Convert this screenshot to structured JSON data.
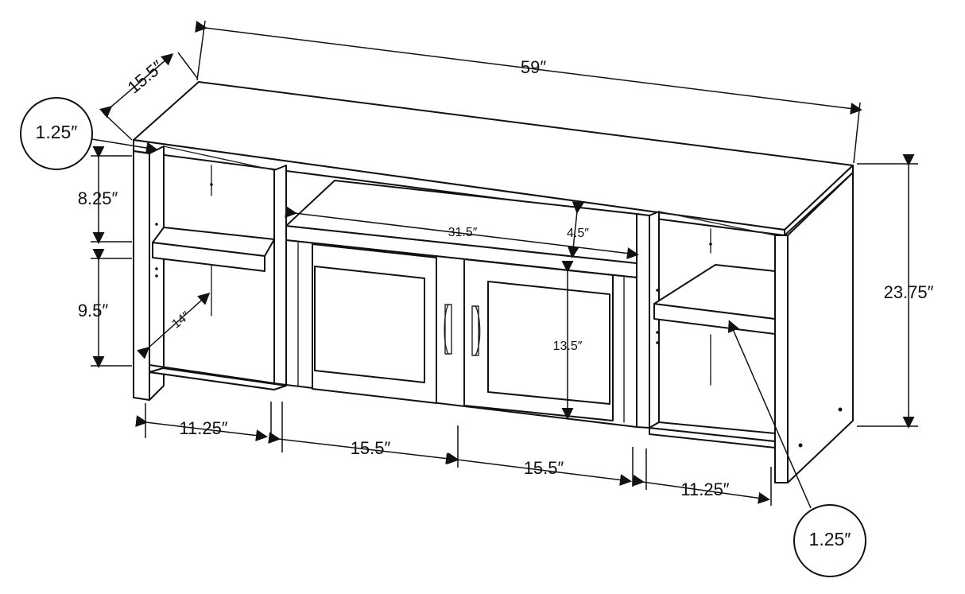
{
  "dimensions": {
    "overall_width": "59″",
    "overall_depth": "15.5″",
    "overall_height": "23.75″",
    "top_shelf_height": "8.25″",
    "lower_shelf_height": "9.5″",
    "shelf_depth": "14″",
    "center_opening_width": "31.5″",
    "center_opening_height": "4.5″",
    "door_opening_height": "13.5″",
    "left_bay_width": "11.25″",
    "left_door_width": "15.5″",
    "right_door_width": "15.5″",
    "right_bay_width": "11.25″",
    "top_thickness": "1.25″",
    "shelf_thickness": "1.25″"
  },
  "colors": {
    "line": "#111111",
    "background": "#ffffff"
  },
  "icons": {
    "left_handle": "door-handle-icon",
    "right_handle": "door-handle-icon"
  }
}
